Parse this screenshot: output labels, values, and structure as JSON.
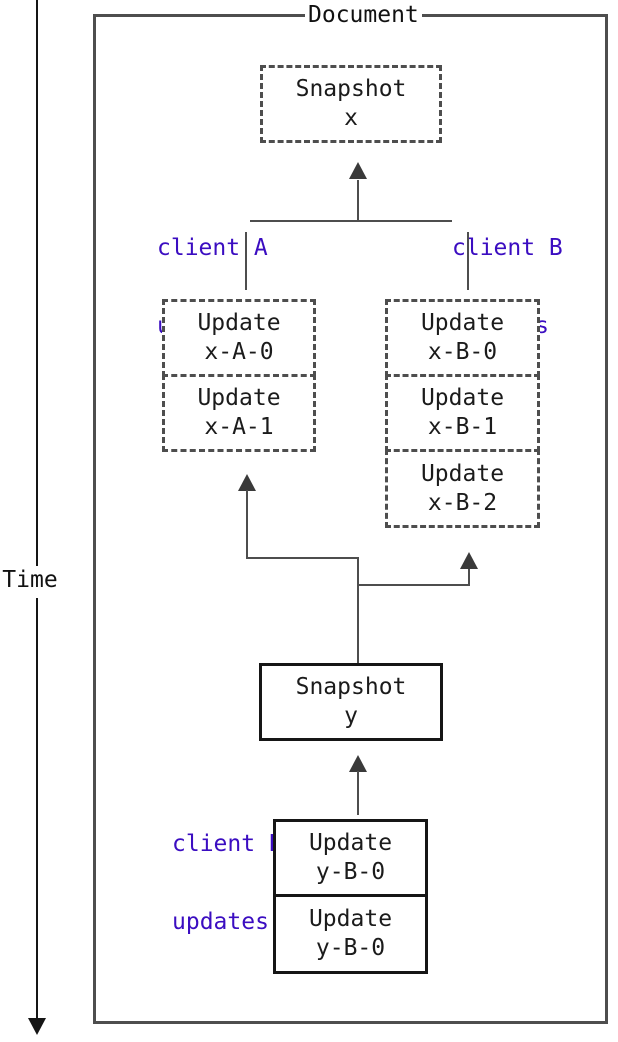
{
  "colors": {
    "accent_purple": "#3b0dc1",
    "line_gray": "#4e4e4e",
    "solid_border": "#161616",
    "text": "#1b1b1b",
    "background": "#ffffff"
  },
  "time_axis": {
    "label": "Time"
  },
  "document": {
    "label": "Document"
  },
  "snapshot_x": {
    "line1": "Snapshot",
    "line2": "x"
  },
  "snapshot_y": {
    "line1": "Snapshot",
    "line2": "y"
  },
  "client_a_top": {
    "line1": "client A",
    "line2": "updates"
  },
  "client_b_top": {
    "line1": "client B",
    "line2": "updates"
  },
  "client_b_bottom": {
    "line1": "client B",
    "line2": "updates"
  },
  "left_stack": [
    {
      "line1": "Update",
      "line2": "x-A-0"
    },
    {
      "line1": "Update",
      "line2": "x-A-1"
    }
  ],
  "right_stack": [
    {
      "line1": "Update",
      "line2": "x-B-0"
    },
    {
      "line1": "Update",
      "line2": "x-B-1"
    },
    {
      "line1": "Update",
      "line2": "x-B-2"
    }
  ],
  "bottom_stack": [
    {
      "line1": "Update",
      "line2": "y-B-0"
    },
    {
      "line1": "Update",
      "line2": "y-B-0"
    }
  ]
}
